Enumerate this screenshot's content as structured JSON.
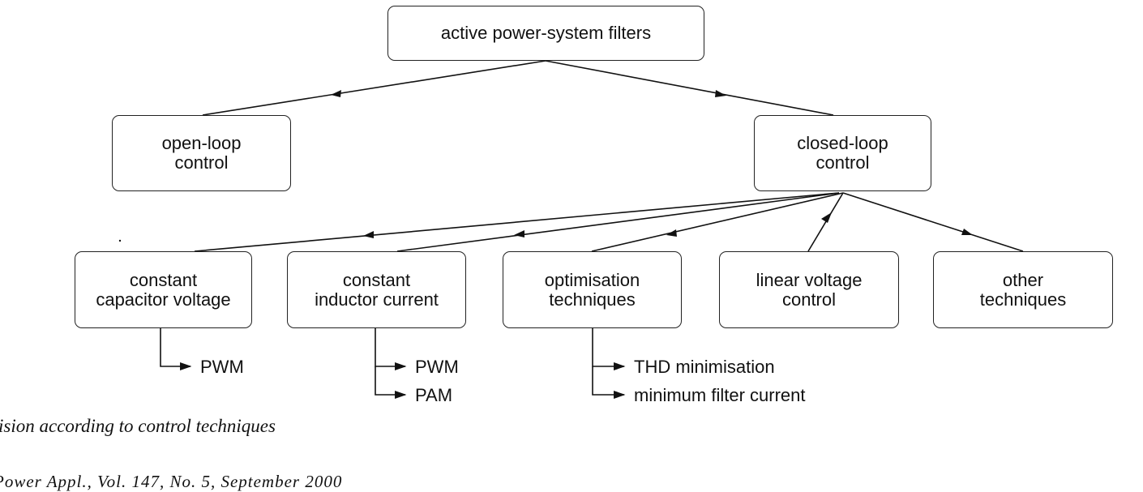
{
  "diagram": {
    "root": "active power-system filters",
    "level1": {
      "open_loop": "open-loop\ncontrol",
      "closed_loop": "closed-loop\ncontrol"
    },
    "level2": [
      {
        "label": "constant\ncapacitor voltage",
        "subs": [
          "PWM"
        ]
      },
      {
        "label": "constant\ninductor current",
        "subs": [
          "PWM",
          "PAM"
        ]
      },
      {
        "label": "optimisation\ntechniques",
        "subs": [
          "THD minimisation",
          "minimum filter current"
        ]
      },
      {
        "label": "linear voltage\ncontrol",
        "subs": []
      },
      {
        "label": "other\ntechniques",
        "subs": []
      }
    ]
  },
  "caption": "ision according to control techniques",
  "footer": "Power Appl., Vol. 147, No. 5, September 2000"
}
